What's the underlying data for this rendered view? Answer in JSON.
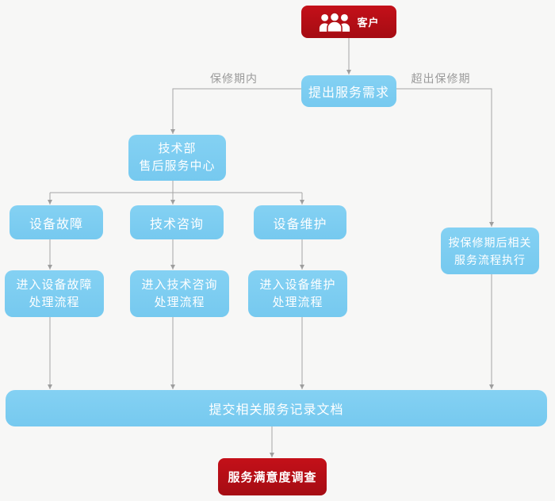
{
  "diagram": {
    "type": "flowchart",
    "nodes": {
      "customer": {
        "label": "客户",
        "icon": "users-group-icon",
        "shape": "red-rounded"
      },
      "request": {
        "label": "提出服务需求",
        "shape": "blue-rounded"
      },
      "tech_dept": {
        "line1": "技术部",
        "line2": "售后服务中心",
        "shape": "blue-rounded"
      },
      "fault": {
        "label": "设备故障",
        "shape": "blue-rounded"
      },
      "consult": {
        "label": "技术咨询",
        "shape": "blue-rounded"
      },
      "maintain": {
        "label": "设备维护",
        "shape": "blue-rounded"
      },
      "fault_proc": {
        "line1": "进入设备故障",
        "line2": "处理流程",
        "shape": "blue-rounded"
      },
      "consult_proc": {
        "line1": "进入技术咨询",
        "line2": "处理流程",
        "shape": "blue-rounded"
      },
      "maintain_proc": {
        "line1": "进入设备维护",
        "line2": "处理流程",
        "shape": "blue-rounded"
      },
      "post_warranty": {
        "line1": "按保修期后相关",
        "line2": "服务流程执行",
        "shape": "blue-rounded"
      },
      "submit_docs": {
        "label": "提交相关服务记录文档",
        "shape": "blue-rounded-wide"
      },
      "survey": {
        "label": "服务满意度调查",
        "shape": "red-rounded"
      }
    },
    "edge_labels": {
      "within_warranty": "保修期内",
      "beyond_warranty": "超出保修期"
    },
    "edges": [
      {
        "from": "customer",
        "to": "request"
      },
      {
        "from": "request",
        "to": "tech_dept",
        "label": "保修期内"
      },
      {
        "from": "request",
        "to": "post_warranty",
        "label": "超出保修期"
      },
      {
        "from": "tech_dept",
        "to": "fault"
      },
      {
        "from": "tech_dept",
        "to": "consult"
      },
      {
        "from": "tech_dept",
        "to": "maintain"
      },
      {
        "from": "fault",
        "to": "fault_proc"
      },
      {
        "from": "consult",
        "to": "consult_proc"
      },
      {
        "from": "maintain",
        "to": "maintain_proc"
      },
      {
        "from": "fault_proc",
        "to": "submit_docs"
      },
      {
        "from": "consult_proc",
        "to": "submit_docs"
      },
      {
        "from": "maintain_proc",
        "to": "submit_docs"
      },
      {
        "from": "post_warranty",
        "to": "submit_docs"
      },
      {
        "from": "submit_docs",
        "to": "survey"
      }
    ],
    "colors": {
      "node_blue": "#7ccdf1",
      "node_red": "#bb0e1a",
      "connector": "#a5a5a5",
      "edge_label": "#9a9a9a",
      "node_text": "#ffffff",
      "background": "#f7f7f6"
    }
  }
}
